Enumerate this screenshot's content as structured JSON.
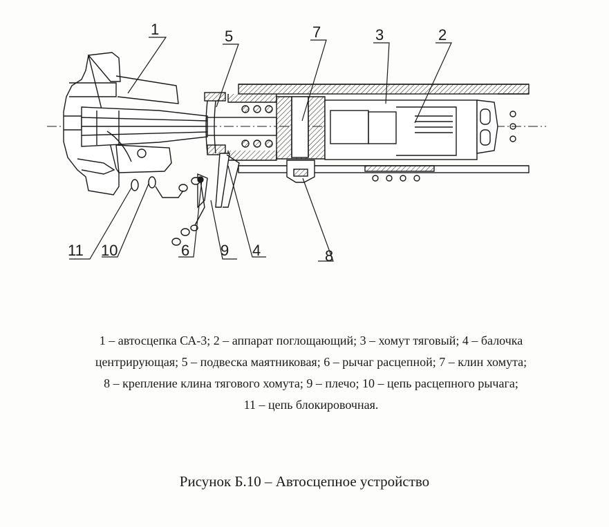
{
  "diagram": {
    "callouts": [
      {
        "id": "1",
        "label": "1"
      },
      {
        "id": "2",
        "label": "2"
      },
      {
        "id": "3",
        "label": "3"
      },
      {
        "id": "4",
        "label": "4"
      },
      {
        "id": "5",
        "label": "5"
      },
      {
        "id": "6",
        "label": "6"
      },
      {
        "id": "7",
        "label": "7"
      },
      {
        "id": "8",
        "label": "8"
      },
      {
        "id": "9",
        "label": "9"
      },
      {
        "id": "10",
        "label": "10"
      },
      {
        "id": "11",
        "label": "11"
      }
    ]
  },
  "legend": {
    "lines": [
      "1 – автосцепка СА-3; 2 – аппарат поглощающий; 3 – хомут тяговый; 4 – балочка",
      "центрирующая; 5 – подвеска маятниковая; 6 – рычаг расцепной; 7 – клин хомута;",
      "8 – крепление клина тягового хомута; 9 – плечо; 10 – цепь расцепного рычага;",
      "11 – цепь блокировочная."
    ]
  },
  "caption": "Рисунок Б.10 – Автосцепное устройство"
}
